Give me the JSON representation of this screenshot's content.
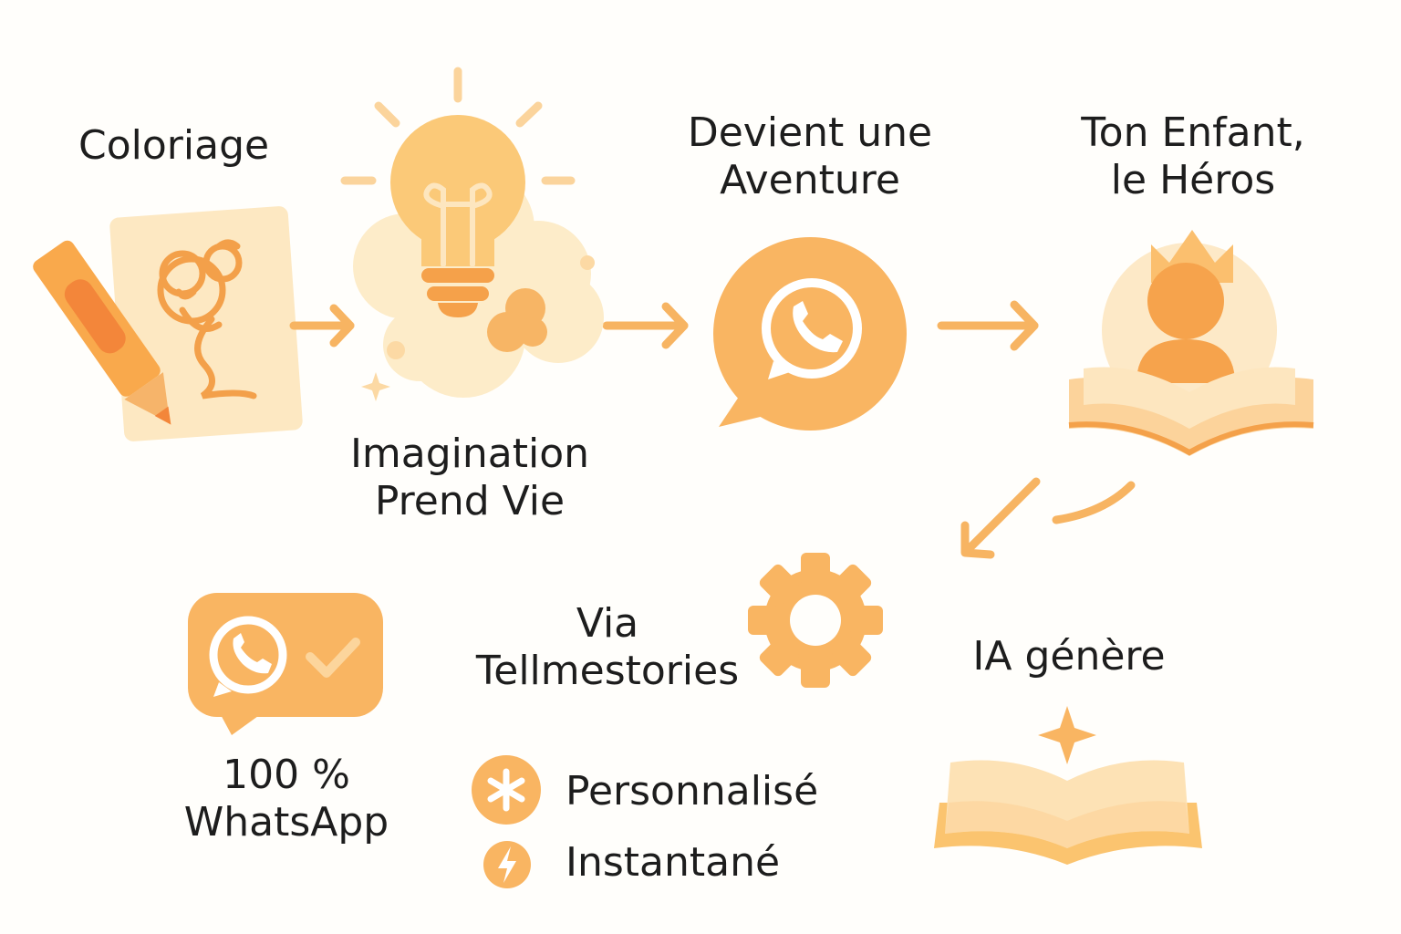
{
  "steps": {
    "coloriage": {
      "label": "Coloriage"
    },
    "imagination": {
      "line1": "Imagination",
      "line2": "Prend Vie"
    },
    "aventure": {
      "line1": "Devient une",
      "line2": "Aventure"
    },
    "heros": {
      "line1": "Ton Enfant,",
      "line2": "le Héros"
    },
    "ia": {
      "label": "IA génère"
    },
    "via": {
      "line1": "Via",
      "line2": "Tellmestories"
    },
    "whatsapp": {
      "line1": "100 %",
      "line2": "WhatsApp"
    }
  },
  "features": [
    {
      "label": "Personnalisé",
      "icon": "asterisk-icon"
    },
    {
      "label": "Instantané",
      "icon": "lightning-icon"
    }
  ],
  "colors": {
    "primary": "#f9b260",
    "dark": "#f39a3c",
    "light": "#fde2b3",
    "pale": "#fef0d6",
    "text": "#1d1d1d"
  }
}
